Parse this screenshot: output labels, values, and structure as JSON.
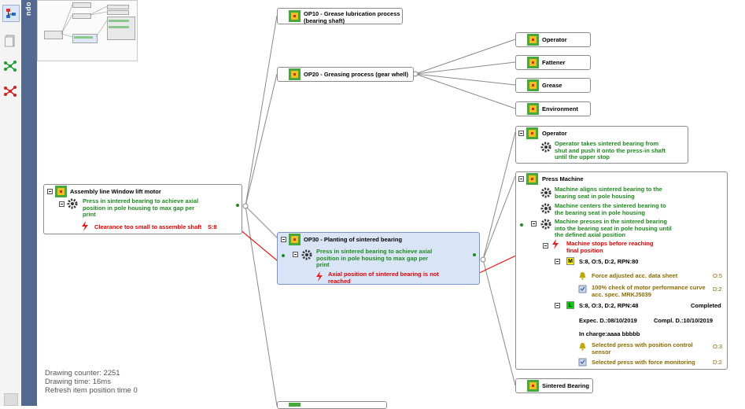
{
  "toolbar": {
    "items": [
      {
        "name": "structure-tree-icon",
        "label": ""
      },
      {
        "name": "document-icon",
        "label": ""
      },
      {
        "name": "green-network-icon",
        "label": ""
      },
      {
        "name": "red-network-icon",
        "label": ""
      }
    ],
    "side_label": "ndo"
  },
  "colors": {
    "function": "#1f8a1f",
    "failure": "#e00000",
    "action": "#8c6a00",
    "selected": "#d9e4f7",
    "strip": "#53698f"
  },
  "root": {
    "title": "Assembly line  Window lift motor",
    "function": "Press in sintered bearing to achieve axial position in pole housing to max gap per print",
    "failure": "Clearance too small to assemble shaft",
    "severity": "S:8"
  },
  "ops": {
    "op10": {
      "title": "OP10 - Grease lubrication process (bearing shaft)"
    },
    "op20": {
      "title": "OP20 - Greasing process (gear whell)"
    },
    "op30": {
      "title": "OP30 - Planting of sintered bearing",
      "function": "Press in sintered bearing to achieve axial position in pole housing to max gap per print",
      "failure": "Axial position of sintered bearing is not reached"
    }
  },
  "op20_children": [
    "Operator",
    "Fattener",
    "Grease",
    "Environment"
  ],
  "operator": {
    "title": "Operator",
    "function": "Operator takes sintered bearing from shut and push it onto the press-in  shaft until the upper stop"
  },
  "press": {
    "title": "Press Machine",
    "functions": [
      "Machine aligns sintered bearing to the bearing seat in pole housing",
      "Machine centers the sintered bearing to the bearing seat in pole housing",
      "Machine presses in  the sintered bearing into the bearing seat in pole housing until the defined axial position"
    ],
    "failure": "Machine stops before reaching final position",
    "risk1": {
      "badge": "M",
      "text": "S:8, O:5, D:2, RPN:80"
    },
    "actions1": [
      {
        "text": "Force adjusted acc. data sheet",
        "rating": "O:5"
      },
      {
        "text": "100% check of motor performance curve acc. spec. MRKJ5039",
        "rating": "D:2"
      }
    ],
    "risk2": {
      "badge": "L",
      "text": "S:8, O:3, D:2, RPN:48",
      "status": "Completed"
    },
    "expected": "Expec. D.:08/10/2019",
    "completed": "Compl. D.:10/10/2019",
    "in_charge": "In charge:aaaa bbbbb",
    "actions2": [
      {
        "text": "Selected press with position control sensor",
        "rating": "O:3"
      },
      {
        "text": "Selected  press with force monitoring",
        "rating": "D:2"
      }
    ]
  },
  "sintered": {
    "title": "Sintered Bearing"
  },
  "stats": {
    "counter": "Drawing counter: 2251",
    "time": "Drawing time: 16ms",
    "refresh": "Refresh item position time 0"
  }
}
